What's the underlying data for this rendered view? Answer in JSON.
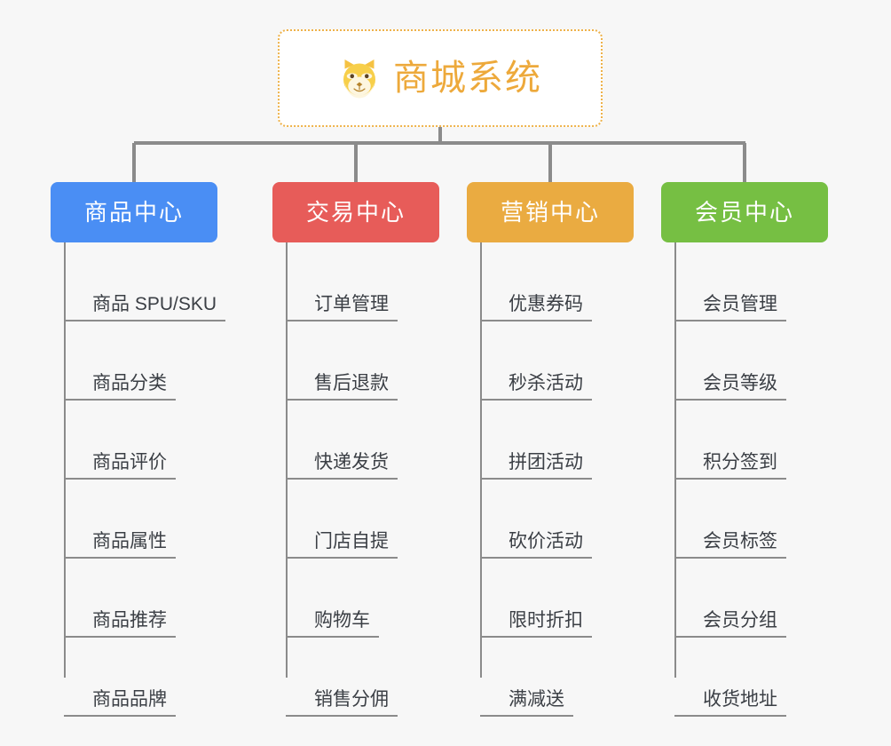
{
  "diagram": {
    "type": "org-tree",
    "root": {
      "title": "商城系统",
      "icon": "shiba-dog-icon",
      "border_color": "#eeb24a",
      "text_color": "#eda93b",
      "background": "#ffffff"
    },
    "canvas_background": "#f7f7f7",
    "connector_color": "#8b8b8b",
    "categories": [
      {
        "label": "商品中心",
        "color": "#4a8ef4",
        "items": [
          "商品 SPU/SKU",
          "商品分类",
          "商品评价",
          "商品属性",
          "商品推荐",
          "商品品牌"
        ]
      },
      {
        "label": "交易中心",
        "color": "#e75c59",
        "items": [
          "订单管理",
          "售后退款",
          "快递发货",
          "门店自提",
          "购物车",
          "销售分佣"
        ]
      },
      {
        "label": "营销中心",
        "color": "#eaab41",
        "items": [
          "优惠券码",
          "秒杀活动",
          "拼团活动",
          "砍价活动",
          "限时折扣",
          "满减送"
        ]
      },
      {
        "label": "会员中心",
        "color": "#76bf43",
        "items": [
          "会员管理",
          "会员等级",
          "积分签到",
          "会员标签",
          "会员分组",
          "收货地址"
        ]
      }
    ]
  }
}
